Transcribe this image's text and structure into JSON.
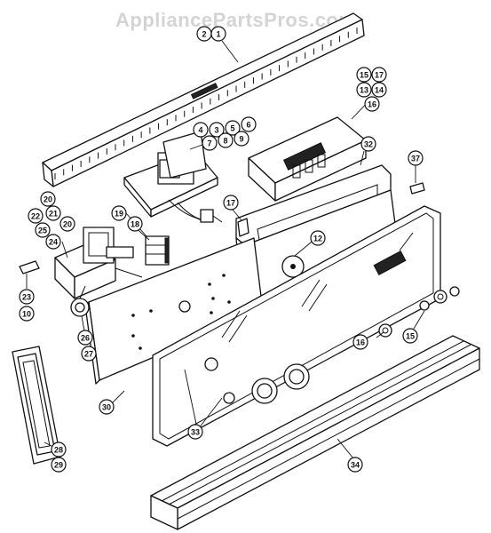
{
  "watermark": "AppliancePartsPros.com",
  "callouts": [
    {
      "id": "c2",
      "label": "2"
    },
    {
      "id": "c1",
      "label": "1"
    },
    {
      "id": "c15a",
      "label": "15"
    },
    {
      "id": "c17a",
      "label": "17"
    },
    {
      "id": "c13",
      "label": "13"
    },
    {
      "id": "c14",
      "label": "14"
    },
    {
      "id": "c16a",
      "label": "16"
    },
    {
      "id": "c4",
      "label": "4"
    },
    {
      "id": "c3",
      "label": "3"
    },
    {
      "id": "c5",
      "label": "5"
    },
    {
      "id": "c6",
      "label": "6"
    },
    {
      "id": "c7",
      "label": "7"
    },
    {
      "id": "c8",
      "label": "8"
    },
    {
      "id": "c9",
      "label": "9"
    },
    {
      "id": "c32",
      "label": "32"
    },
    {
      "id": "c37",
      "label": "37"
    },
    {
      "id": "c20a",
      "label": "20"
    },
    {
      "id": "c21",
      "label": "21"
    },
    {
      "id": "c22",
      "label": "22"
    },
    {
      "id": "c20b",
      "label": "20"
    },
    {
      "id": "c25",
      "label": "25"
    },
    {
      "id": "c24",
      "label": "24"
    },
    {
      "id": "c19",
      "label": "19"
    },
    {
      "id": "c18",
      "label": "18"
    },
    {
      "id": "c17b",
      "label": "17"
    },
    {
      "id": "c12",
      "label": "12"
    },
    {
      "id": "c23",
      "label": "23"
    },
    {
      "id": "c10",
      "label": "10"
    },
    {
      "id": "c26",
      "label": "26"
    },
    {
      "id": "c27",
      "label": "27"
    },
    {
      "id": "c16b",
      "label": "16"
    },
    {
      "id": "c15b",
      "label": "15"
    },
    {
      "id": "c30",
      "label": "30"
    },
    {
      "id": "c33",
      "label": "33"
    },
    {
      "id": "c28",
      "label": "28"
    },
    {
      "id": "c29",
      "label": "29"
    },
    {
      "id": "c34",
      "label": "34"
    }
  ]
}
